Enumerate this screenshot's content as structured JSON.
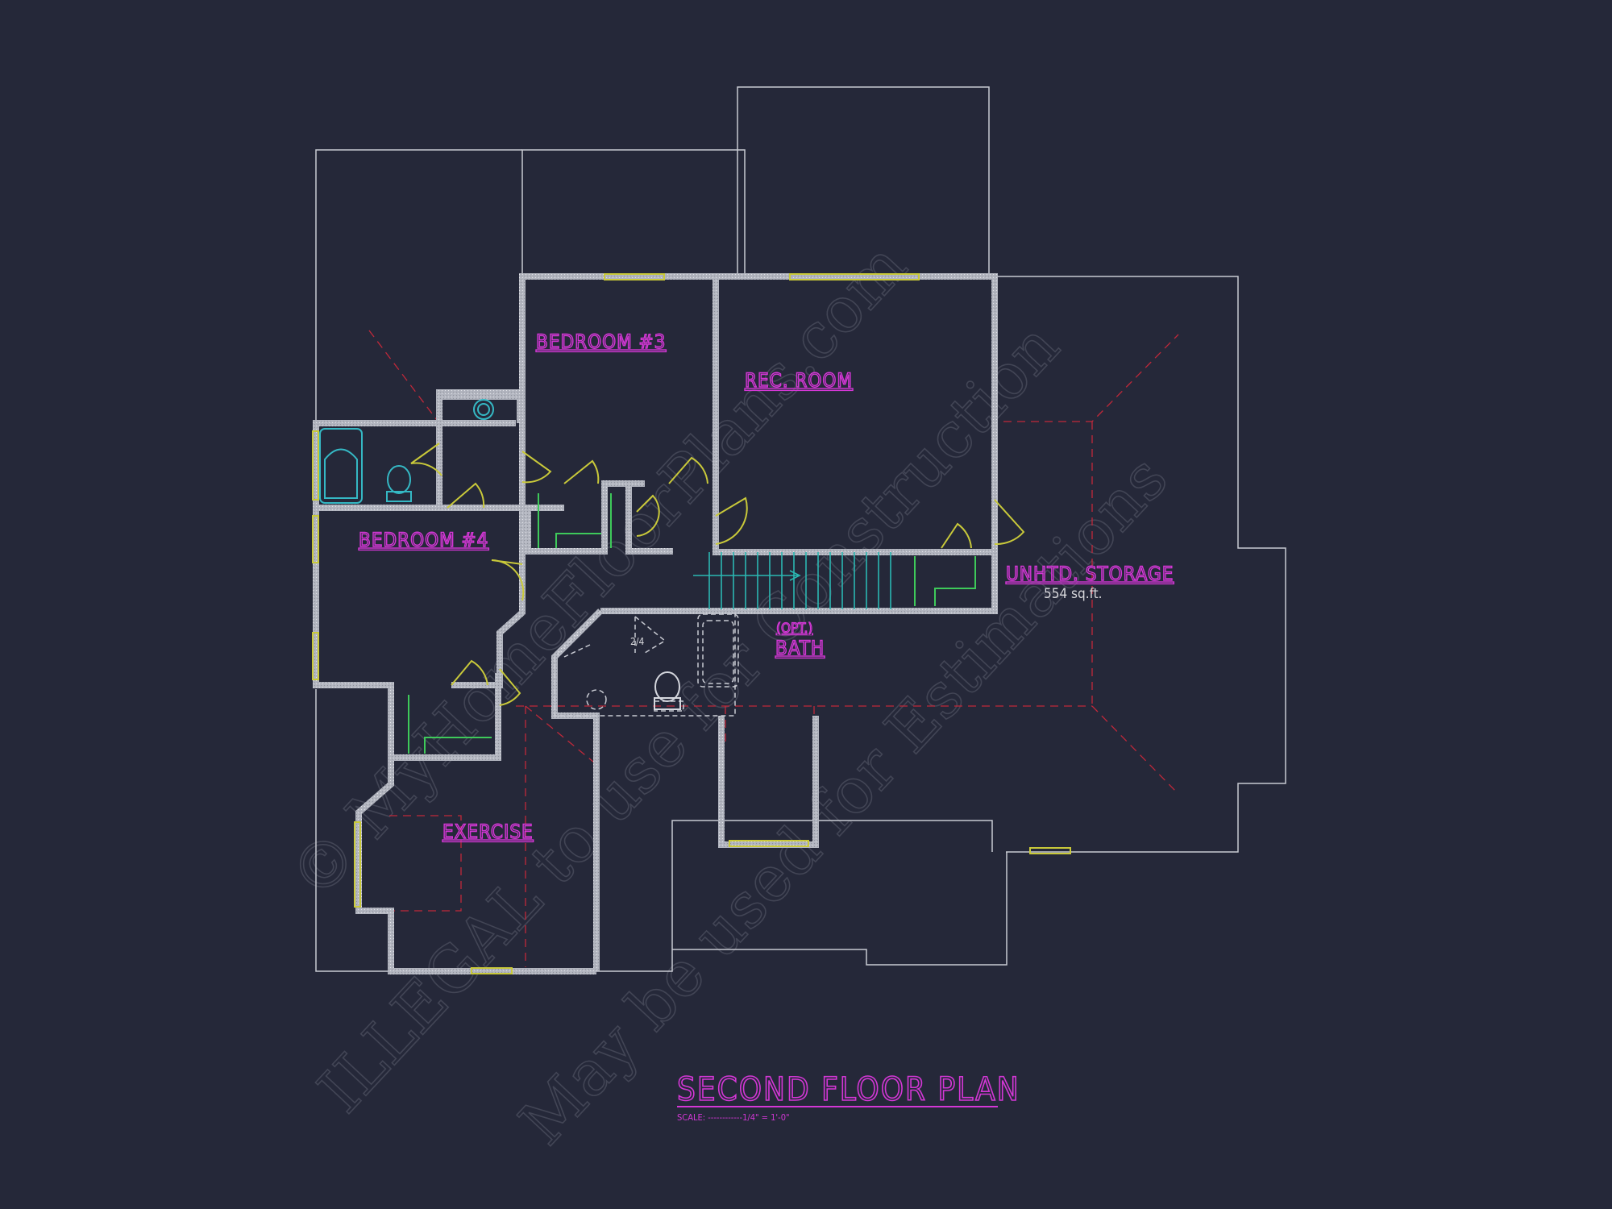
{
  "colors": {
    "background": "#252839",
    "wall": "#b9bcc6",
    "outline": "#c8cad2",
    "label": "#d437d6",
    "window": "#c9c93a",
    "door": "#c9c93a",
    "fixture": "#35b8c4",
    "stair": "#2bb7b2",
    "shelf": "#3ec95a",
    "hip_line": "#c0283a",
    "area_text": "#d8d8dc"
  },
  "rooms": {
    "bedroom3": "BEDROOM #3",
    "rec_room": "REC. ROOM",
    "bedroom4": "BEDROOM #4",
    "exercise": "EXERCISE",
    "storage": "UNHTD. STORAGE",
    "storage_area": "554 sq.ft.",
    "opt": "(OPT.)",
    "bath": "BATH",
    "shower_size": "2/4"
  },
  "title": {
    "main": "SECOND FLOOR PLAN",
    "scale": "SCALE: ------------1/4\" = 1'-0\""
  },
  "watermark": {
    "line1": "© MyHomeFloorPlans.com",
    "line2": "ILLEGAL to use for Construction",
    "line3": "May be used for Estimations"
  }
}
